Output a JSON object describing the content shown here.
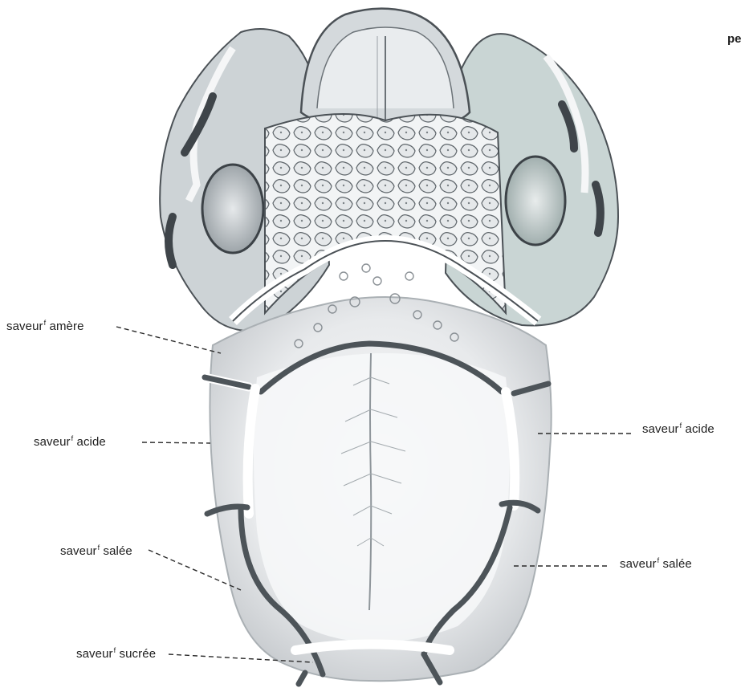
{
  "corner_text": "pe",
  "labels": {
    "amere": {
      "word": "saveur",
      "mark": "f",
      "rest": "amère"
    },
    "acide_left": {
      "word": "saveur",
      "mark": "f",
      "rest": "acide"
    },
    "acide_right": {
      "word": "saveur",
      "mark": "f",
      "rest": "acide"
    },
    "salee_left": {
      "word": "saveur",
      "mark": "f",
      "rest": "salée"
    },
    "salee_right": {
      "word": "saveur",
      "mark": "f",
      "rest": "salée"
    },
    "sucree": {
      "word": "saveur",
      "mark": "f",
      "rest": "sucrée"
    }
  }
}
